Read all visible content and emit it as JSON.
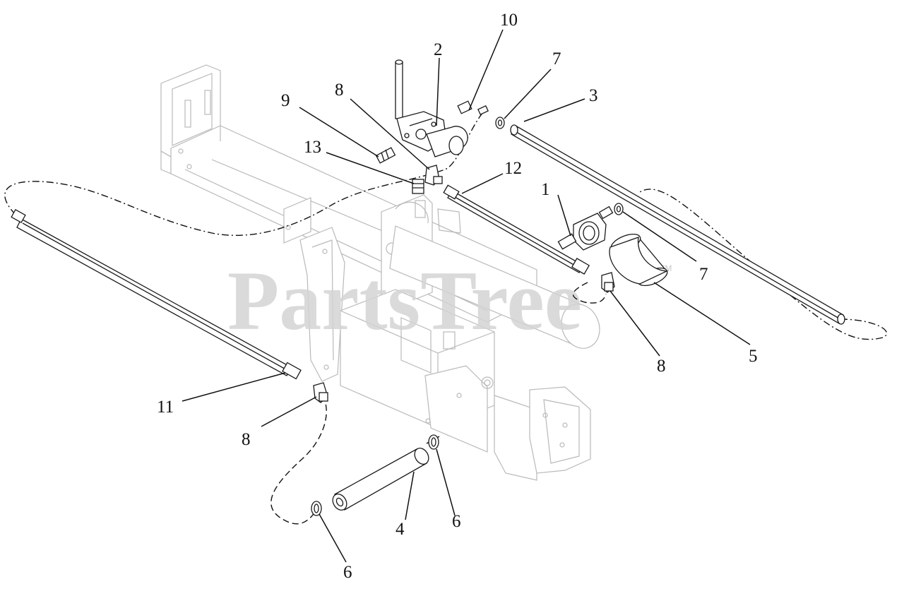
{
  "watermark": {
    "text": "PartsTree",
    "mark": "TM"
  },
  "callouts": [
    {
      "id": "c1",
      "text": "1"
    },
    {
      "id": "c2",
      "text": "2"
    },
    {
      "id": "c3",
      "text": "3"
    },
    {
      "id": "c4",
      "text": "4"
    },
    {
      "id": "c5",
      "text": "5"
    },
    {
      "id": "c6a",
      "text": "6"
    },
    {
      "id": "c6b",
      "text": "6"
    },
    {
      "id": "c7a",
      "text": "7"
    },
    {
      "id": "c7b",
      "text": "7"
    },
    {
      "id": "c8a",
      "text": "8"
    },
    {
      "id": "c8b",
      "text": "8"
    },
    {
      "id": "c8c",
      "text": "8"
    },
    {
      "id": "c9",
      "text": "9"
    },
    {
      "id": "c10",
      "text": "10"
    },
    {
      "id": "c11",
      "text": "11"
    },
    {
      "id": "c12",
      "text": "12"
    },
    {
      "id": "c13",
      "text": "13"
    }
  ],
  "colors": {
    "line": "#1a1a1a",
    "faint_frame": "#b9b9b9",
    "watermark": "#d4d4d4"
  }
}
